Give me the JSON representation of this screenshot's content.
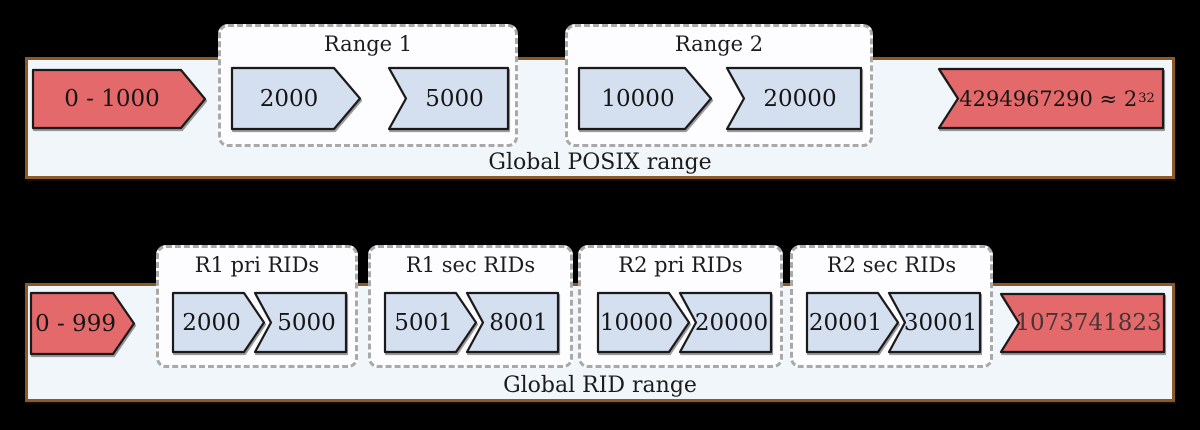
{
  "colors": {
    "background": "#000000",
    "band_fill": "#f1f6fb",
    "band_border": "#8a5a28",
    "red_fill": "#e4696a",
    "blue_fill": "#d4dfef",
    "outline": "#1a1a1a",
    "dashed_border": "#a9a9a9",
    "group_fill": "#fdfdff",
    "rid_max_text": "#463636"
  },
  "posix_band": {
    "label": "Global POSIX range",
    "min_arrow": "0 - 1000",
    "max_arrow": {
      "base": "4294967290 ≈ 2",
      "exponent": "32"
    },
    "groups": [
      {
        "label": "Range 1",
        "arrows": [
          "2000",
          "5000"
        ]
      },
      {
        "label": "Range 2",
        "arrows": [
          "10000",
          "20000"
        ]
      }
    ]
  },
  "rid_band": {
    "label": "Global RID range",
    "min_arrow": "0 - 999",
    "max_arrow": "1073741823",
    "groups": [
      {
        "label": "R1 pri RIDs",
        "arrows": [
          "2000",
          "5000"
        ]
      },
      {
        "label": "R1 sec RIDs",
        "arrows": [
          "5001",
          "8001"
        ]
      },
      {
        "label": "R2 pri RIDs",
        "arrows": [
          "10000",
          "20000"
        ]
      },
      {
        "label": "R2 sec RIDs",
        "arrows": [
          "20001",
          "30001"
        ]
      }
    ]
  }
}
